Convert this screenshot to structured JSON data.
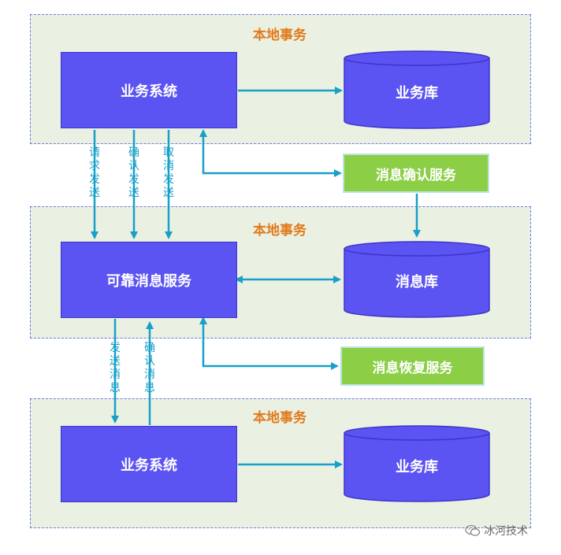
{
  "zones": [
    {
      "title": "本地事务"
    },
    {
      "title": "本地事务"
    },
    {
      "title": "本地事务"
    }
  ],
  "boxes": {
    "business_top": "业务系统",
    "reliable": "可靠消息服务",
    "business_bottom": "业务系统"
  },
  "databases": {
    "business_db_top": "业务库",
    "message_db": "消息库",
    "business_db_bottom": "业务库"
  },
  "services": {
    "confirm": "消息确认服务",
    "recover": "消息恢复服务"
  },
  "arrow_labels": {
    "request_send": "请求发送",
    "confirm_send": "确认发送",
    "cancel_send": "取消发送",
    "send_message": "发送消息",
    "confirm_message": "确认消息"
  },
  "watermark": "冰河技术",
  "colors": {
    "zone_bg": "#eaf1e2",
    "zone_border": "#6f78e8",
    "zone_title": "#e27a1c",
    "box": "#5b53f2",
    "green": "#8ccf47",
    "arrow": "#18a0c8"
  }
}
